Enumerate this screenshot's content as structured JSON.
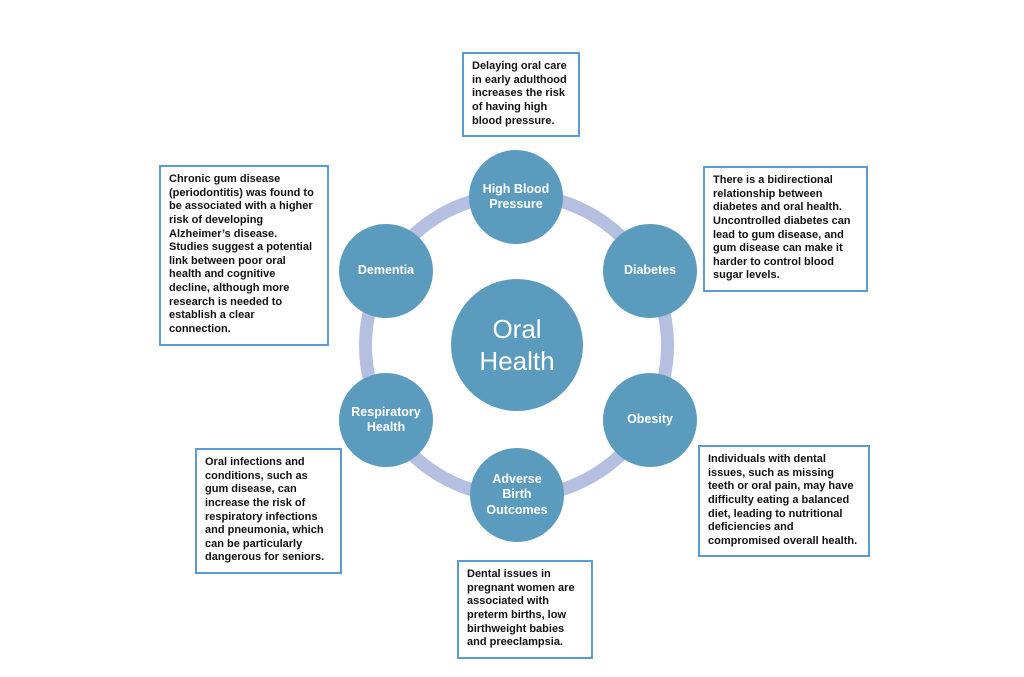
{
  "diagram": {
    "type": "cycle",
    "center": {
      "label": "Oral Health"
    },
    "colors": {
      "node_fill": "#5b9bbe",
      "ring": "#b5c0e0",
      "note_border": "#5b9bd5",
      "node_text": "#ffffff",
      "note_text": "#111111"
    },
    "nodes": [
      {
        "id": "high-blood-pressure",
        "label": "High Blood Pressure",
        "note": "Delaying oral care in early adulthood increases the risk of having high blood pressure."
      },
      {
        "id": "diabetes",
        "label": "Diabetes",
        "note": "There is a bidirectional relationship between diabetes and oral health. Uncontrolled diabetes can lead to gum disease, and gum disease can make it harder to control blood sugar levels."
      },
      {
        "id": "obesity",
        "label": "Obesity",
        "note": "Individuals with dental issues, such as missing teeth or oral pain, may have difficulty eating a balanced diet, leading to nutritional deficiencies and compromised overall health."
      },
      {
        "id": "adverse-birth-outcomes",
        "label": "Adverse Birth Outcomes",
        "note": "Dental issues in pregnant women are associated with preterm births, low birthweight babies and preeclampsia."
      },
      {
        "id": "respiratory-health",
        "label": "Respiratory Health",
        "note": "Oral infections and conditions, such as gum disease, can increase the risk of respiratory infections and pneumonia, which can be particularly dangerous for seniors."
      },
      {
        "id": "dementia",
        "label": "Dementia",
        "note": "Chronic gum disease (periodontitis) was found to be associated with a higher risk of developing Alzheimer’s disease. Studies suggest a potential link between poor oral health and cognitive decline, although more research is needed to establish a clear connection."
      }
    ]
  }
}
